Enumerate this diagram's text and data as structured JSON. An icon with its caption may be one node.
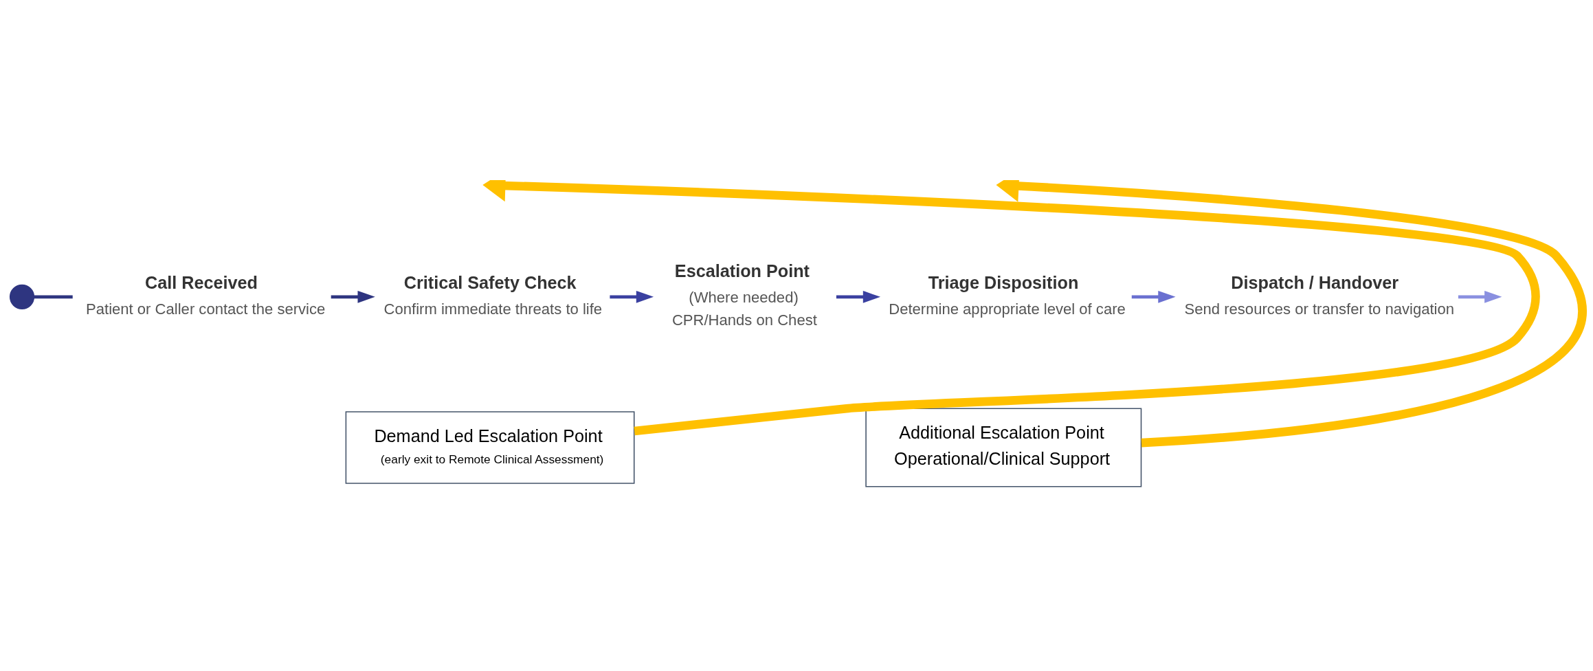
{
  "diagram": {
    "nodes": [
      {
        "text": [],
        "shape": "circle"
      },
      {
        "text": [
          "Call Received",
          "Patient or Caller contact the service"
        ]
      },
      {
        "text": [
          "Critical Safety Check",
          "Confirm immediate threats to life"
        ]
      },
      {
        "text": [
          "Escalation Point",
          "(Where needed)",
          "CPR/Hands on Chest"
        ]
      },
      {
        "text": [
          "Triage Disposition",
          "Determine appropriate level of care"
        ]
      },
      {
        "text": [
          "Dispatch / Handover",
          "Send resources or transfer to navigation"
        ]
      },
      {
        "text": [
          "Demand Led Escalation Point",
          "(early exit to Remote Clinical Assessment)"
        ]
      },
      {
        "text": [
          "Additional Escalation Point",
          "Operational/Clinical Support"
        ]
      }
    ],
    "edges": [
      {
        "from": 0,
        "to": 1,
        "arrow": "none",
        "color": "#2e3580"
      },
      {
        "from": 1,
        "to": 2,
        "arrow": "to",
        "color": "#2e3580"
      },
      {
        "from": 2,
        "to": 3,
        "arrow": "to"
      },
      {
        "from": 3,
        "to": 4,
        "arrow": "to"
      },
      {
        "from": 4,
        "to": 5,
        "arrow": "to",
        "color": "#6a70d0"
      },
      {
        "from": 5,
        "to": null,
        "arrow": "to",
        "color": "#8a90e0"
      },
      {
        "from": 6,
        "to": null,
        "arrow": "to",
        "style": "thick",
        "color": "#ffc000"
      },
      {
        "from": 7,
        "to": null,
        "arrow": "to",
        "style": "thick",
        "color": "#ffc000"
      }
    ]
  }
}
